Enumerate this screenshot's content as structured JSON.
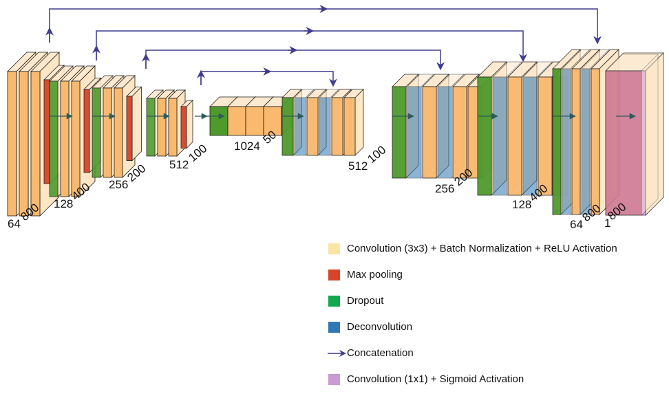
{
  "diagram": {
    "colors": {
      "conv": "#FCE4A5",
      "block_face": "#F9B96F",
      "block_side": "#FDE6C5",
      "block_top": "#FDE9CF",
      "edge": "#1a1a1a",
      "maxpool": "#D8442A",
      "dropout": "#4F9A2C",
      "deconv": "#2F78B5",
      "sigmoid": "#C89BD4",
      "concat_line": "#3F3C8F",
      "flow_arrow": "#2D5A5A"
    },
    "dimension_labels": [
      {
        "channels": "64",
        "size": "800"
      },
      {
        "channels": "128",
        "size": "400"
      },
      {
        "channels": "256",
        "size": "200"
      },
      {
        "channels": "512",
        "size": "100"
      },
      {
        "channels": "1024",
        "size": "50"
      },
      {
        "channels": "512",
        "size": "100"
      },
      {
        "channels": "256",
        "size": "200"
      },
      {
        "channels": "128",
        "size": "400"
      },
      {
        "channels": "64",
        "size": "800"
      },
      {
        "channels": "1",
        "size": "800"
      }
    ]
  },
  "legend": [
    {
      "label": "Convolution (3x3) + Batch Normalization + ReLU Activation",
      "color": "#FCE4A5",
      "icon": "square-swatch"
    },
    {
      "label": "Max pooling",
      "color": "#D8442A",
      "icon": "square-swatch"
    },
    {
      "label": "Dropout",
      "color": "#12A94E",
      "icon": "square-swatch"
    },
    {
      "label": "Deconvolution",
      "color": "#2F78B5",
      "icon": "square-swatch"
    },
    {
      "label": "Concatenation",
      "color": "#3F3C8F",
      "icon": "arrow"
    },
    {
      "label": "Convolution (1x1) + Sigmoid Activation",
      "color": "#C89BD4",
      "icon": "square-swatch"
    }
  ]
}
